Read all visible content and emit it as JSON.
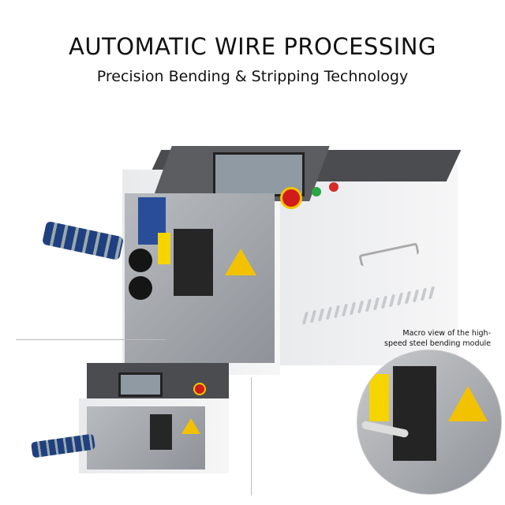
{
  "header": {
    "title": "AUTOMATIC WIRE PROCESSING",
    "subtitle": "Precision Bending & Stripping Technology"
  },
  "callout": {
    "caption_line1": "Macro view of the high-",
    "caption_line2": "speed steel bending module"
  },
  "colors": {
    "body": "#f0f0f1",
    "top_panel": "#4a4c50",
    "warning": "#f2c200",
    "emergency_stop": "#d21b1b",
    "label": "#f5d400"
  },
  "icons": [
    "warning-triangle",
    "emergency-stop-button",
    "start-button-green",
    "stop-button-red",
    "handle"
  ]
}
